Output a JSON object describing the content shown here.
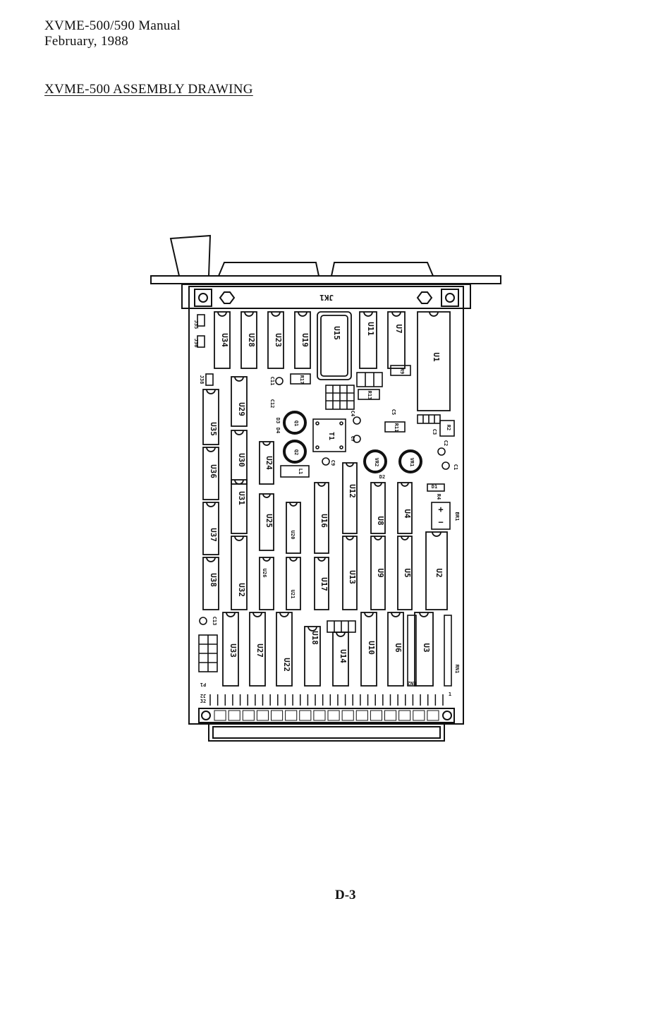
{
  "header": {
    "line1": "XVME-500/590 Manual",
    "line2": "February, 1988"
  },
  "section_title": "XVME-500 ASSEMBLY DRAWING",
  "page_number": "D-3",
  "drawing": {
    "connectors": {
      "top": "JK1",
      "bottom": "J2"
    },
    "chips": {
      "U34": "U34",
      "U28": "U28",
      "U23": "U23",
      "U19": "U19",
      "U15": "U15",
      "U11": "U11",
      "U7": "U7",
      "U1": "U1",
      "U29": "U29",
      "U35": "U35",
      "U36": "U36",
      "U30": "U30",
      "U24": "U24",
      "U31": "U31",
      "U12": "U12",
      "U16": "U16",
      "U25": "U25",
      "U8": "U8",
      "U4": "U4",
      "U37": "U37",
      "U38": "U38",
      "U32": "U32",
      "U26": "U26",
      "U20": "U20",
      "U21": "U21",
      "U17": "U17",
      "U13": "U13",
      "U9": "U9",
      "U5": "U5",
      "U2": "U2",
      "U33": "U33",
      "U27": "U27",
      "U22": "U22",
      "U18": "U18",
      "U14": "U14",
      "U10": "U10",
      "U6": "U6",
      "U3": "U3"
    },
    "parts": {
      "T1": "T1",
      "L1": "L1",
      "Q1": "Q1",
      "Q2": "Q2",
      "VR1": "VR1",
      "VR2": "VR2",
      "BR1": "BR1",
      "RN1": "RN1",
      "RN2": "RN2",
      "P1": "P1",
      "C1": "C1",
      "C2": "C2",
      "C3": "C3",
      "C4": "C4",
      "C5": "C5",
      "C7": "C7",
      "C9": "C9",
      "C11": "C11",
      "C12": "C12",
      "C13": "C13",
      "R2": "R2",
      "R4": "R4",
      "R9": "R9",
      "R11": "R11",
      "R13": "R13",
      "R17": "R17",
      "D1": "D1",
      "D2": "D2",
      "D3": "D3",
      "D4": "D4",
      "J35": "J35",
      "J36": "J36",
      "J38": "J38",
      "pin1": "1",
      "pin32": "32"
    }
  }
}
